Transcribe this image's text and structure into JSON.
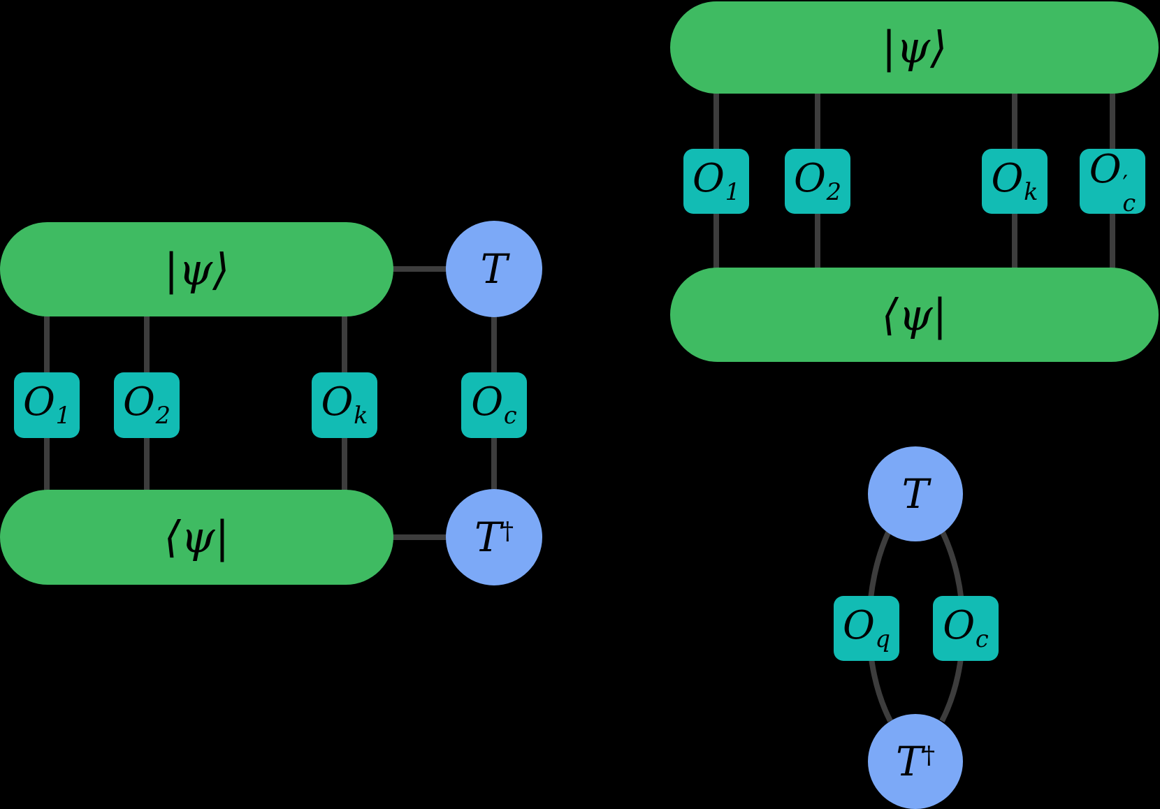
{
  "figure": {
    "background": "#000000",
    "colors": {
      "state_green": "#3FBB62",
      "operator_teal": "#12BCB4",
      "tensor_blue": "#7CA9F7",
      "wire_gray": "#3D3D3D",
      "text": "#000000"
    }
  },
  "diagrams": {
    "left": {
      "ket": "|ψ⟩",
      "bra": "⟨ψ|",
      "t": "T",
      "t_dagger_base": "T",
      "t_dagger_sup": "†",
      "operators": {
        "o1": {
          "base": "O",
          "sub": "1"
        },
        "o2": {
          "base": "O",
          "sub": "2"
        },
        "ok": {
          "base": "O",
          "sub": "k"
        },
        "oc": {
          "base": "O",
          "sub": "c"
        }
      }
    },
    "right_top": {
      "ket": "|ψ⟩",
      "bra": "⟨ψ|",
      "operators": {
        "o1": {
          "base": "O",
          "sub": "1"
        },
        "o2": {
          "base": "O",
          "sub": "2"
        },
        "ok": {
          "base": "O",
          "sub": "k"
        },
        "oc_prime": {
          "base": "O",
          "prime": "′",
          "sub": "c"
        }
      }
    },
    "right_bottom": {
      "t": "T",
      "t_dagger_base": "T",
      "t_dagger_sup": "†",
      "operators": {
        "oq": {
          "base": "O",
          "sub": "q"
        },
        "oc": {
          "base": "O",
          "sub": "c"
        }
      }
    }
  }
}
